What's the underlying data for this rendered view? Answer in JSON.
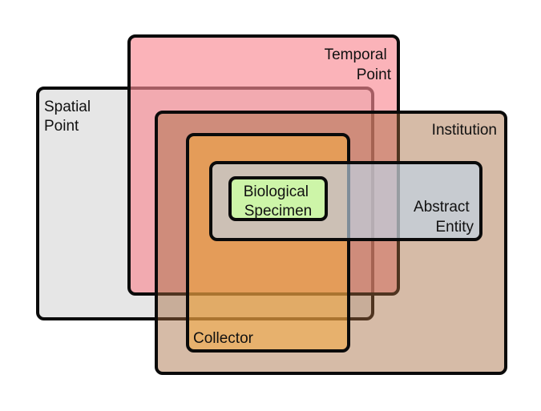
{
  "sets": {
    "spatial_point": {
      "label_line1": "Spatial",
      "label_line2": "Point",
      "fill": "#dcdcdc",
      "opacity": 0.7
    },
    "temporal_point": {
      "label_line1": "Temporal",
      "label_line2": "Point",
      "fill": "#f98a94",
      "opacity": 0.65
    },
    "institution": {
      "label_line1": "Institution",
      "fill": "#a5693b",
      "opacity": 0.45
    },
    "collector": {
      "label_line1": "Collector",
      "fill": "#f5a93e",
      "opacity": 0.55
    },
    "abstract_entity": {
      "label_line1": "Abstract",
      "label_line2": "Entity",
      "fill": "#bfd4e6",
      "opacity": 0.65
    },
    "biological_specimen": {
      "label_line1": "Biological",
      "label_line2": "Specimen",
      "fill": "#cdf5a8",
      "opacity": 1.0
    }
  }
}
